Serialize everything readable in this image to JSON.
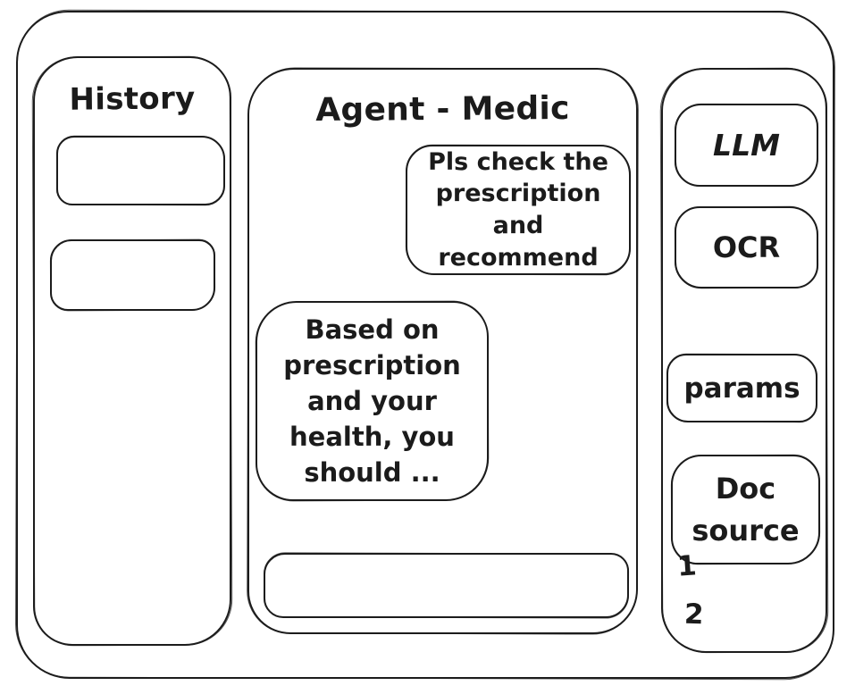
{
  "main": {
    "title": "Agent - Medic"
  },
  "history_panel": {
    "title": "History",
    "items": [
      {
        "label": ""
      },
      {
        "label": ""
      }
    ]
  },
  "chat": {
    "messages": [
      {
        "role": "user",
        "text": "Pls check the prescription and recommend"
      },
      {
        "role": "assistant",
        "text": "Based on prescription and your health, you should ..."
      }
    ],
    "input": {
      "value": "",
      "placeholder": ""
    }
  },
  "tools_panel": {
    "items": [
      {
        "label": "LLM"
      },
      {
        "label": "OCR"
      },
      {
        "label": "params"
      },
      {
        "label": "Doc source"
      }
    ],
    "doc_source_list": [
      "1",
      "2"
    ]
  },
  "colors": {
    "ink": "#1b1b1b",
    "background": "#ffffff"
  }
}
